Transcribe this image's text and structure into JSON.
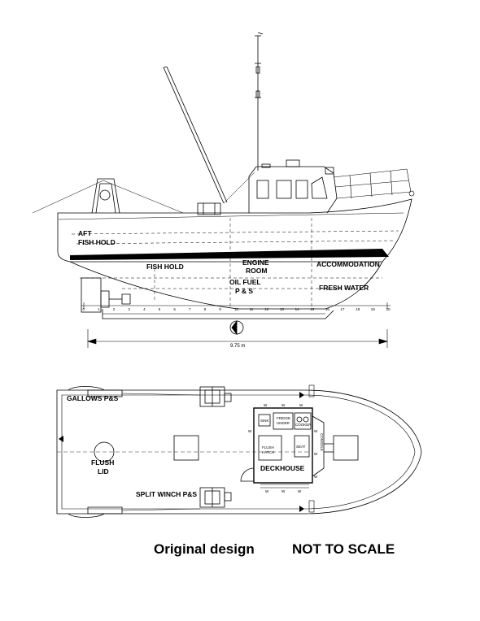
{
  "profile": {
    "labels": {
      "aft_fish_hold_1": "AFT",
      "aft_fish_hold_2": "FISH HOLD",
      "fish_hold": "FISH HOLD",
      "engine_room_1": "ENGINE",
      "engine_room_2": "ROOM",
      "oil_fuel_1": "OIL FUEL",
      "oil_fuel_2": "P & S",
      "accommodation": "ACCOMMODATION",
      "fresh_water": "FRESH WATER"
    },
    "dimension": "9.75 m",
    "station_ticks": [
      "0",
      "1",
      "2",
      "3",
      "4",
      "5",
      "6",
      "7",
      "8",
      "9",
      "10",
      "11",
      "12",
      "13",
      "14",
      "15",
      "16",
      "17",
      "18",
      "19",
      "20"
    ]
  },
  "plan": {
    "labels": {
      "gallows": "GALLOWS P&S",
      "flush_lid_1": "FLUSH",
      "flush_lid_2": "LID",
      "split_winch": "SPLIT WINCH P&S",
      "deckhouse": "DECKHOUSE",
      "sink": "SINK",
      "fridge_1": "FRIDGE",
      "fridge_2": "UNDER",
      "cooker": "COOKER",
      "flush_hatch_1": "FLUSH",
      "flush_hatch_2": "HATCH",
      "seat": "SEAT",
      "console": "CONSOLE",
      "window_mark": "W"
    }
  },
  "captions": {
    "original_design": "Original design",
    "not_to_scale": "NOT TO SCALE"
  }
}
